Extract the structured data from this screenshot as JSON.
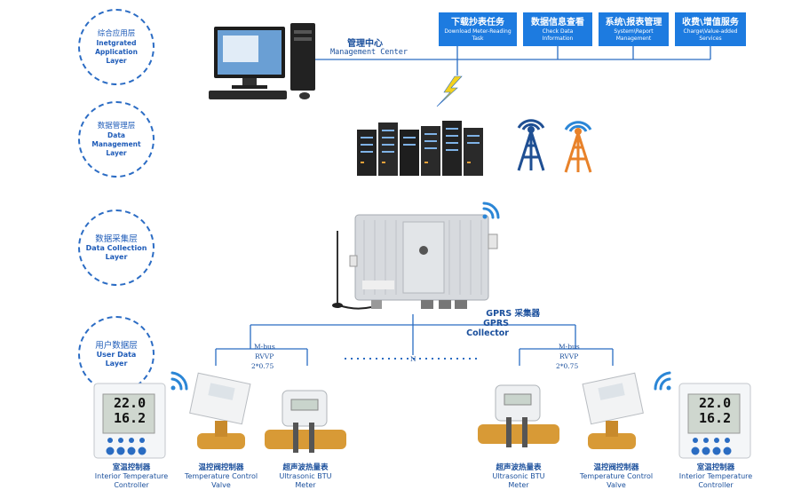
{
  "layers": [
    {
      "cn": "综合应用层",
      "en": "Inetgrated Application Layer"
    },
    {
      "cn": "数据管理层",
      "en": "Data Management Layer"
    },
    {
      "cn": "数据采集层",
      "en": "Data Collection Layer"
    },
    {
      "cn": "用户数据层",
      "en": "User Data Layer"
    }
  ],
  "management": {
    "cn": "管理中心",
    "en": "Management Center"
  },
  "functions": [
    {
      "cn": "下载抄表任务",
      "en": "Download Meter-Reading Task"
    },
    {
      "cn": "数据信息查看",
      "en": "Check Data Information"
    },
    {
      "cn": "系统\\报表管理",
      "en": "System\\Report Management"
    },
    {
      "cn": "收费\\增值服务",
      "en": "Charge\\Value-added Services"
    }
  ],
  "collector": {
    "cn": "GPRS 采集器",
    "en": "GPRS Collector"
  },
  "bus_left": {
    "proto": "M-bus",
    "cable": "RVVP",
    "spec": "2*0.75"
  },
  "bus_right": {
    "proto": "M-bus",
    "cable": "RVVP",
    "spec": "2*0.75"
  },
  "bus_mid": "N",
  "devices": [
    {
      "cn": "室温控制器",
      "en": "Interior Temperature Controller"
    },
    {
      "cn": "温控阀控制器",
      "en": "Temperature Control Valve"
    },
    {
      "cn": "超声波热量表",
      "en": "Ultrasonic BTU Meter"
    },
    {
      "cn": "超声波热量表",
      "en": "Ultrasonic BTU Meter"
    },
    {
      "cn": "温控阀控制器",
      "en": "Temperature Control Valve"
    },
    {
      "cn": "室温控制器",
      "en": "Interior Temperature Controller"
    }
  ],
  "thermostat_display": {
    "top": "22.0",
    "bottom": "16.2"
  },
  "colors": {
    "accent": "#1d7be0",
    "text": "#1a4f9c",
    "orange": "#e8822a",
    "navy": "#1f4f93"
  }
}
